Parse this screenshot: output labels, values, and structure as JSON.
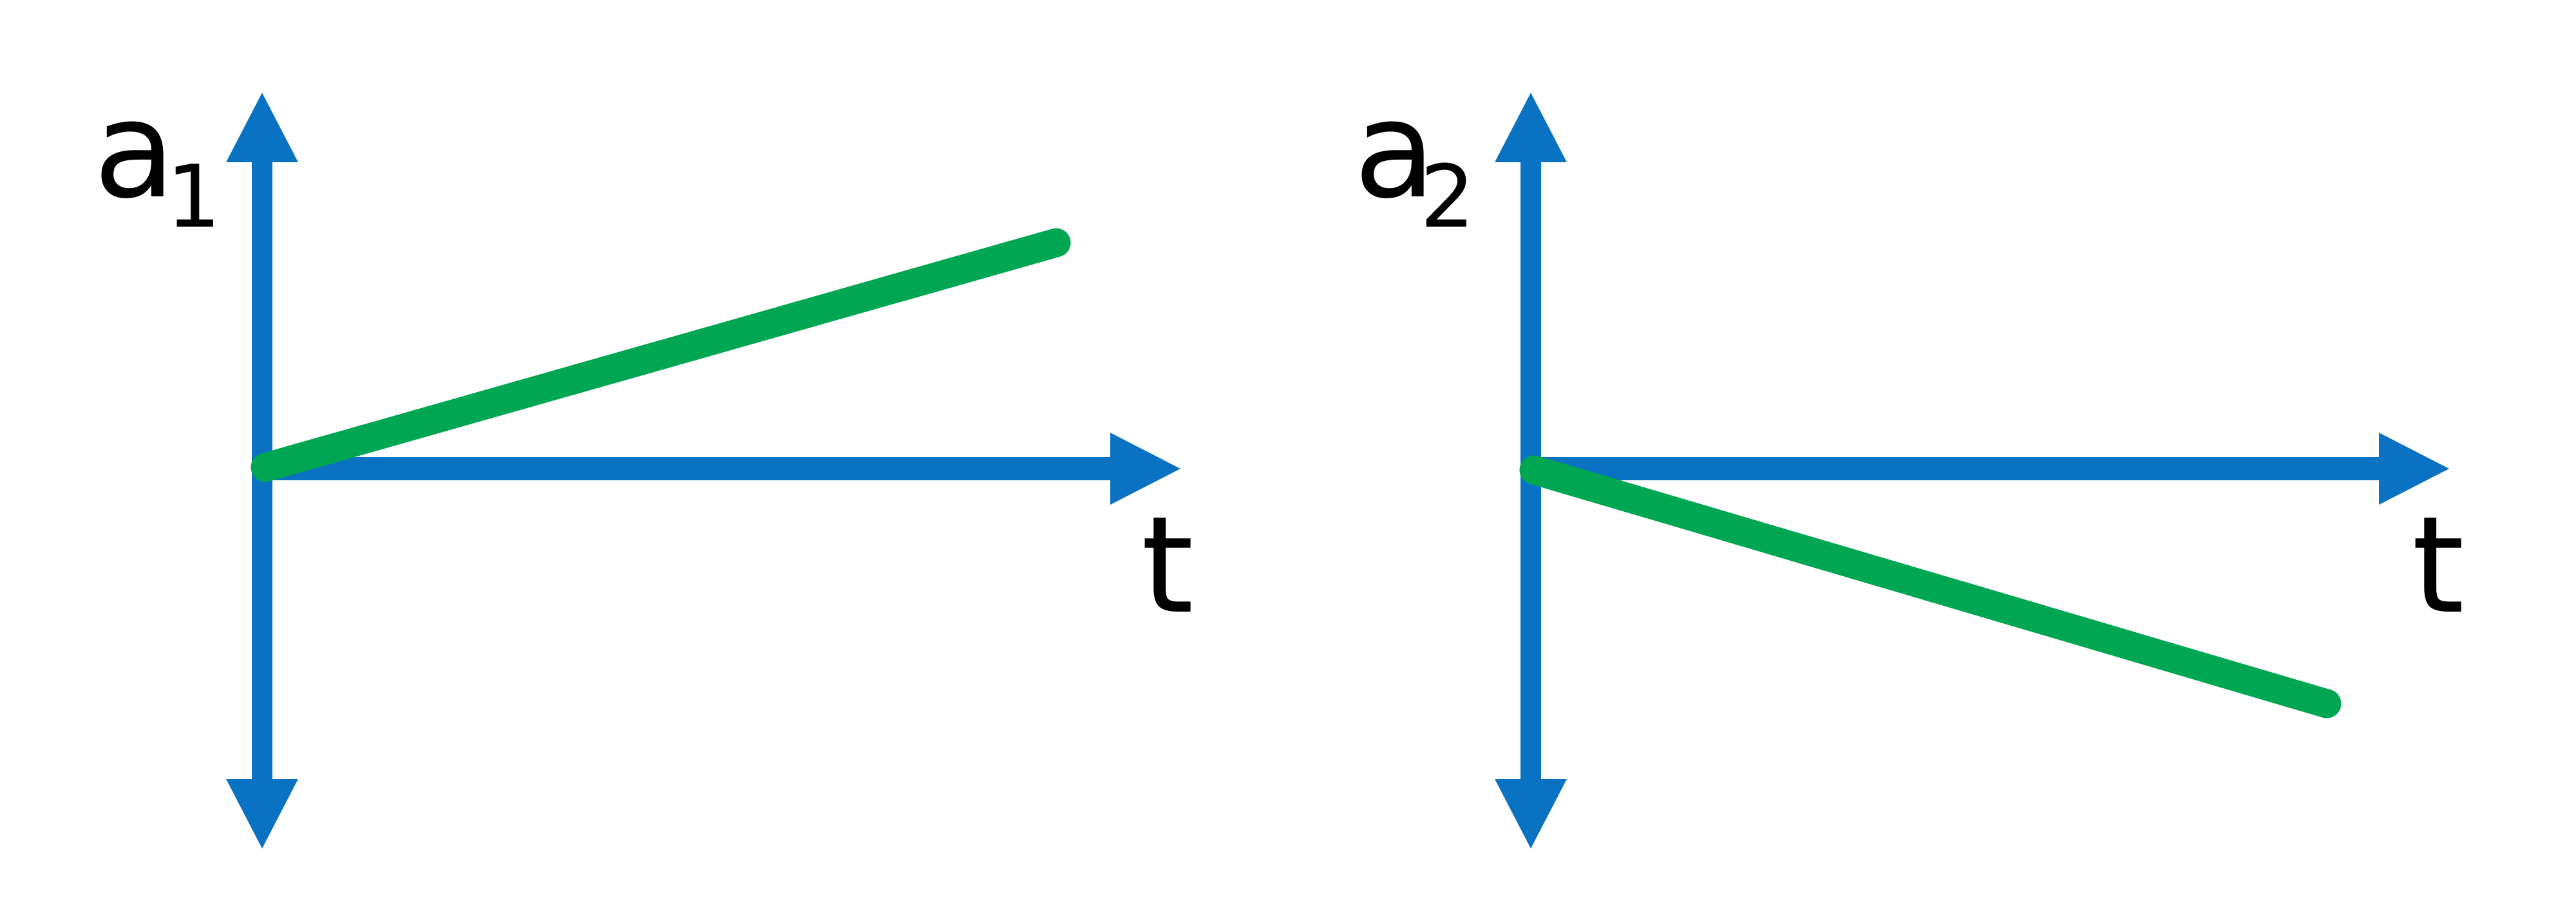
{
  "figure": {
    "background": "#ffffff",
    "colors": {
      "axis_blue": "#0a72c2",
      "line_green": "#00a651",
      "label_black": "#000000"
    },
    "panels": [
      {
        "id": "a1-vs-t",
        "ylabel_main": "a",
        "ylabel_sub": "1",
        "xlabel": "t",
        "line_direction": "increasing"
      },
      {
        "id": "a2-vs-t",
        "ylabel_main": "a",
        "ylabel_sub": "2",
        "xlabel": "t",
        "line_direction": "decreasing"
      }
    ]
  },
  "chart_data": [
    {
      "type": "line",
      "title": "",
      "xlabel": "t",
      "ylabel": "a1",
      "legend": "none",
      "grid": false,
      "ticks": "none (qualitative sketch)",
      "axis_style": "blue double-headed vertical axis, blue right-pointing horizontal axis through origin",
      "series": [
        {
          "name": "a1(t)",
          "x": [
            0,
            1
          ],
          "y": [
            0,
            0.285
          ],
          "color": "#00a651",
          "shape": "straight line from origin, constant positive slope"
        }
      ]
    },
    {
      "type": "line",
      "title": "",
      "xlabel": "t",
      "ylabel": "a2",
      "legend": "none",
      "grid": false,
      "ticks": "none (qualitative sketch)",
      "axis_style": "blue double-headed vertical axis, blue right-pointing horizontal axis through origin",
      "series": [
        {
          "name": "a2(t)",
          "x": [
            0,
            1
          ],
          "y": [
            0,
            -0.295
          ],
          "color": "#00a651",
          "shape": "straight line from origin, constant negative slope"
        }
      ]
    }
  ]
}
